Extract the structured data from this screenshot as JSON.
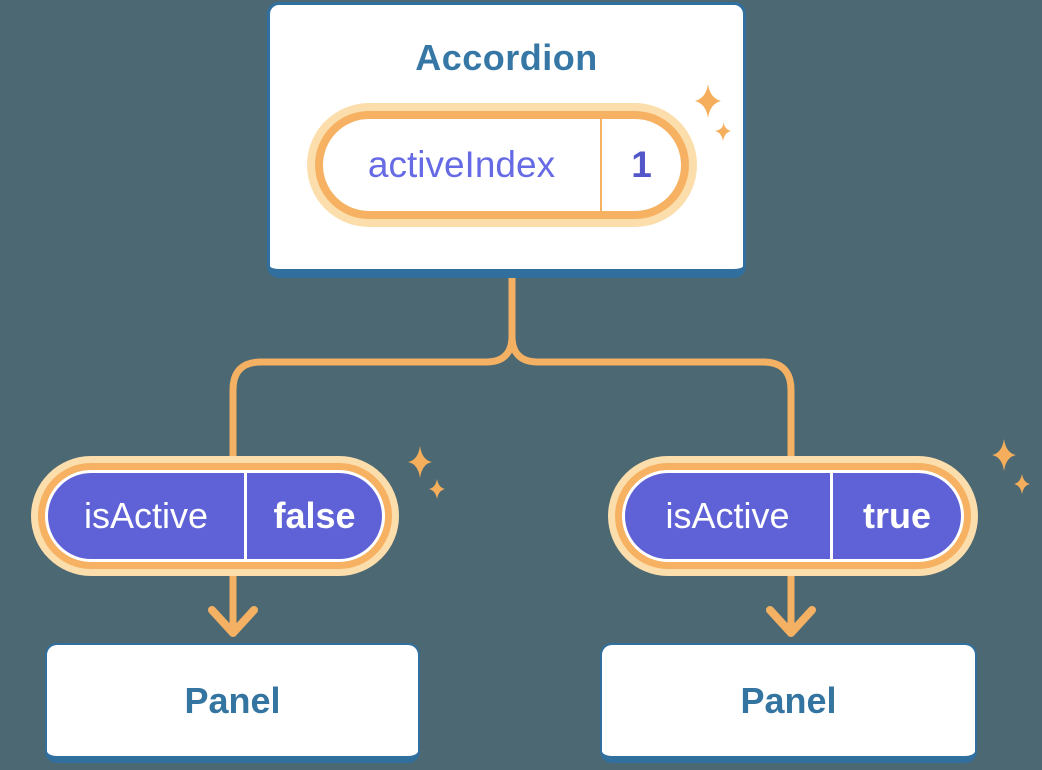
{
  "diagram": {
    "description_type": "component-state-tree",
    "root": {
      "title": "Accordion",
      "state_pill": {
        "label": "activeIndex",
        "value": "1"
      }
    },
    "branches": [
      {
        "prop_pill": {
          "label": "isActive",
          "value": "false"
        },
        "node": {
          "title": "Panel"
        }
      },
      {
        "prop_pill": {
          "label": "isActive",
          "value": "true"
        },
        "node": {
          "title": "Panel"
        }
      }
    ],
    "icons": {
      "sparkle": "four-pointed-star"
    },
    "colors": {
      "background": "#4C6872",
      "card_border_blue": "#306F9E",
      "card_text_blue": "#3777A6",
      "connector_orange": "#F4B164",
      "pill_ring_orange": "#F6B262",
      "pill_halo_orange": "#FBDEAC",
      "pill_purple": "#5F62D6",
      "state_label_purple": "#666AE4",
      "state_value_purple": "#5256C9",
      "sparkle_orange": "#F5AE5C",
      "white": "#FFFFFF"
    }
  }
}
